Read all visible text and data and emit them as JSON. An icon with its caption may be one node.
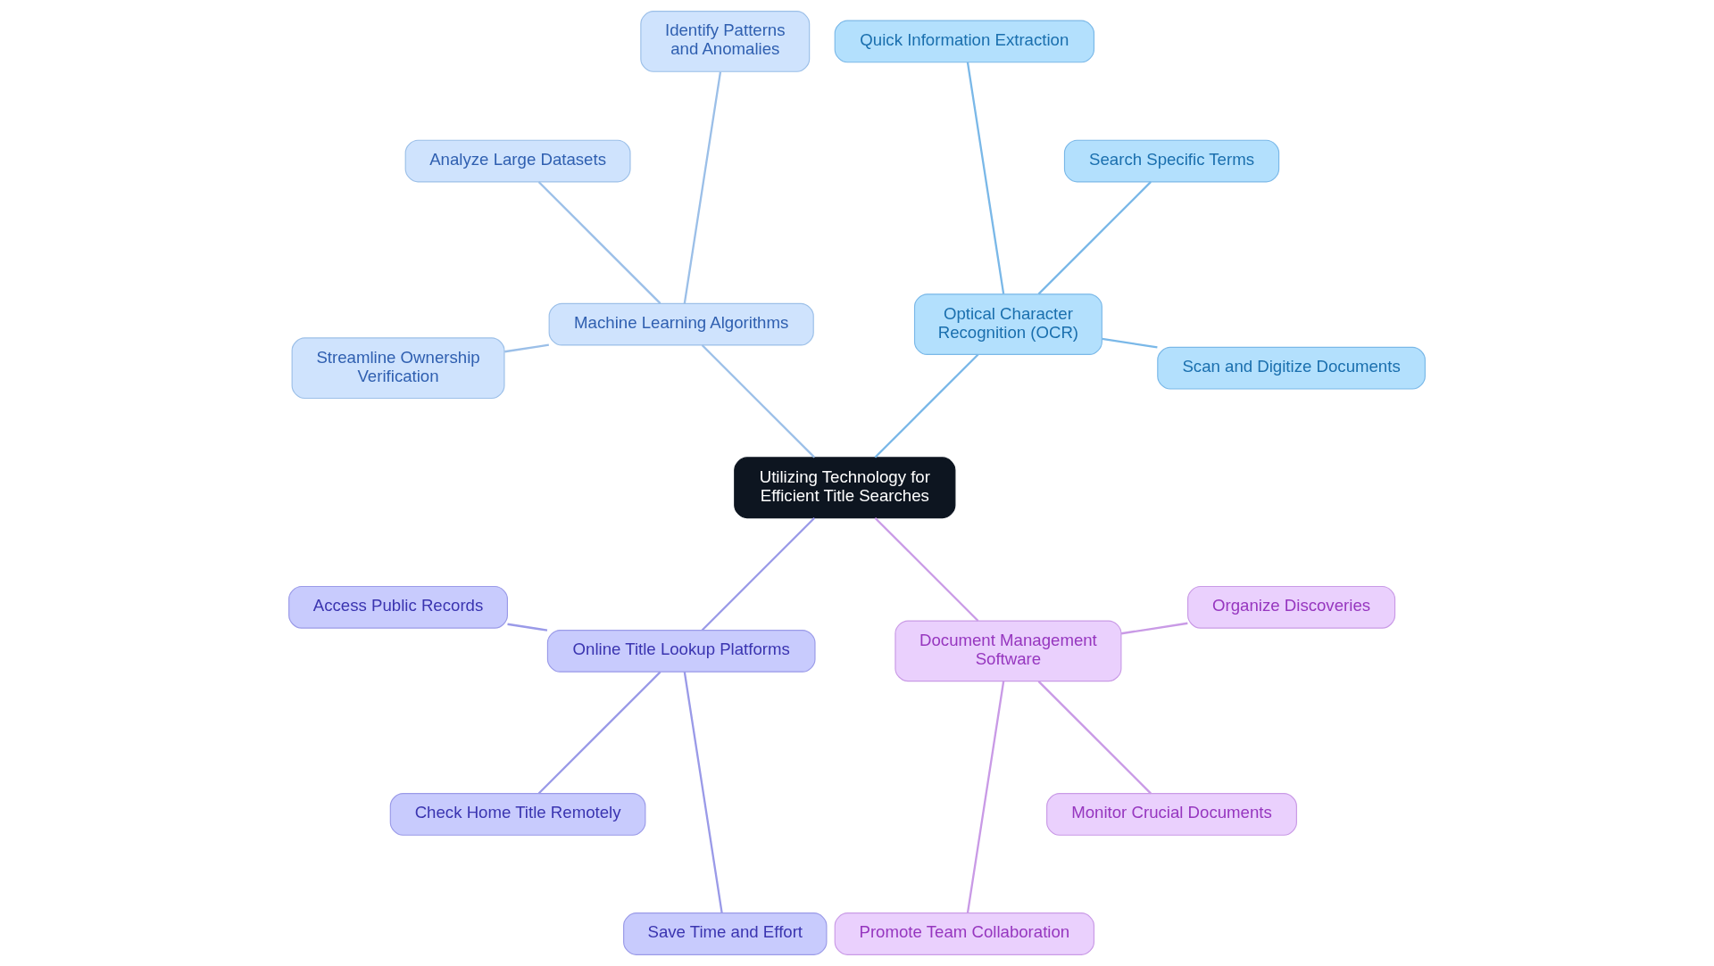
{
  "diagram": {
    "nodes": [
      {
        "text": [
          "Utilizing Technology for Efficient Title Searches"
        ]
      },
      {
        "text": [
          "Optical Character Recognition (OCR)"
        ]
      },
      {
        "text": [
          "Scan and Digitize Documents"
        ]
      },
      {
        "text": [
          "Search Specific Terms"
        ]
      },
      {
        "text": [
          "Quick Information Extraction"
        ]
      },
      {
        "text": [
          "Machine Learning Algorithms"
        ]
      },
      {
        "text": [
          "Identify Patterns and Anomalies"
        ]
      },
      {
        "text": [
          "Analyze Large Datasets"
        ]
      },
      {
        "text": [
          "Streamline Ownership Verification"
        ]
      },
      {
        "text": [
          "Online Title Lookup Platforms"
        ]
      },
      {
        "text": [
          "Access Public Records"
        ]
      },
      {
        "text": [
          "Check Home Title Remotely"
        ]
      },
      {
        "text": [
          "Save Time and Effort"
        ]
      },
      {
        "text": [
          "Document Management Software"
        ]
      },
      {
        "text": [
          "Promote Team Collaboration"
        ]
      },
      {
        "text": [
          "Monitor Crucial Documents"
        ]
      },
      {
        "text": [
          "Organize Discoveries"
        ]
      }
    ],
    "edges": [
      {
        "from": 0,
        "to": 1,
        "arrow": "none",
        "color": "#7ab8e8"
      },
      {
        "from": 1,
        "to": 2,
        "arrow": "none",
        "color": "#7ab8e8"
      },
      {
        "from": 1,
        "to": 3,
        "arrow": "none",
        "color": "#7ab8e8"
      },
      {
        "from": 1,
        "to": 4,
        "arrow": "none",
        "color": "#7ab8e8"
      },
      {
        "from": 0,
        "to": 5,
        "arrow": "none",
        "color": "#9bbfe8"
      },
      {
        "from": 5,
        "to": 6,
        "arrow": "none",
        "color": "#9bbfe8"
      },
      {
        "from": 5,
        "to": 7,
        "arrow": "none",
        "color": "#9bbfe8"
      },
      {
        "from": 5,
        "to": 8,
        "arrow": "none",
        "color": "#9bbfe8"
      },
      {
        "from": 0,
        "to": 9,
        "arrow": "none",
        "color": "#9a9ae8"
      },
      {
        "from": 9,
        "to": 10,
        "arrow": "none",
        "color": "#9a9ae8"
      },
      {
        "from": 9,
        "to": 11,
        "arrow": "none",
        "color": "#9a9ae8"
      },
      {
        "from": 9,
        "to": 12,
        "arrow": "none",
        "color": "#9a9ae8"
      },
      {
        "from": 0,
        "to": 13,
        "arrow": "none",
        "color": "#c99ae6"
      },
      {
        "from": 13,
        "to": 14,
        "arrow": "none",
        "color": "#c99ae6"
      },
      {
        "from": 13,
        "to": 15,
        "arrow": "none",
        "color": "#c99ae6"
      },
      {
        "from": 13,
        "to": 16,
        "arrow": "none",
        "color": "#c99ae6"
      }
    ]
  }
}
